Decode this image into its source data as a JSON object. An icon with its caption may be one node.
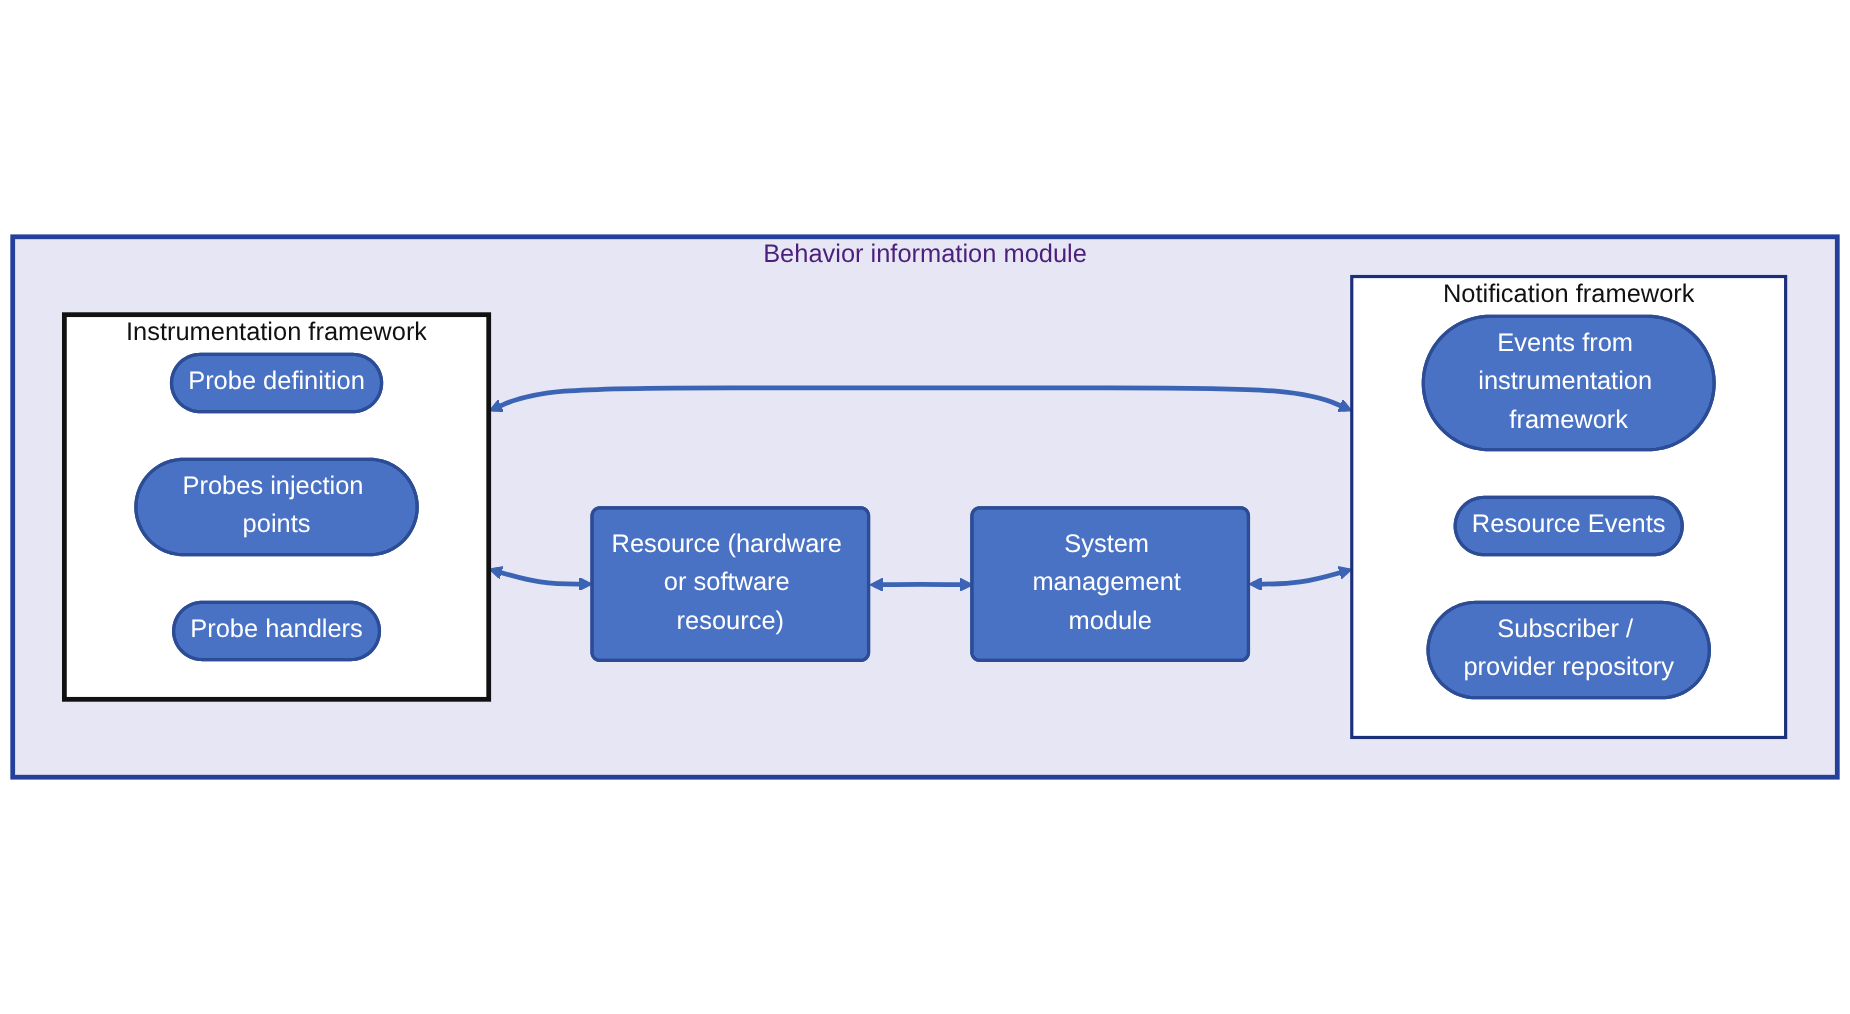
{
  "diagram": {
    "nodes": [
      {
        "text": [
          "Behavior information module"
        ]
      },
      {
        "text": [
          "Instrumentation framework"
        ],
        "in": 0
      },
      {
        "text": [
          "Probe definition"
        ],
        "in": 1
      },
      {
        "text": [
          "Probes injection points"
        ],
        "in": 1
      },
      {
        "text": [
          "Probe handlers"
        ],
        "in": 1
      },
      {
        "text": [
          "Notification framework"
        ],
        "in": 0
      },
      {
        "text": [
          "Events from instrumentation framework"
        ],
        "in": 5
      },
      {
        "text": [
          "Resource Events"
        ],
        "in": 5
      },
      {
        "text": [
          "Subscriber / provider repository"
        ],
        "in": 5
      },
      {
        "text": [
          "Resource (hardware or software resource)"
        ],
        "in": 0
      },
      {
        "text": [
          "System management module"
        ],
        "in": 0
      }
    ],
    "edges": [
      {
        "from": 1,
        "to": 5,
        "arrow": "both"
      },
      {
        "from": 1,
        "to": 9,
        "arrow": "both"
      },
      {
        "from": 9,
        "to": 10,
        "arrow": "both"
      },
      {
        "from": 10,
        "to": 5,
        "arrow": "both"
      }
    ]
  }
}
